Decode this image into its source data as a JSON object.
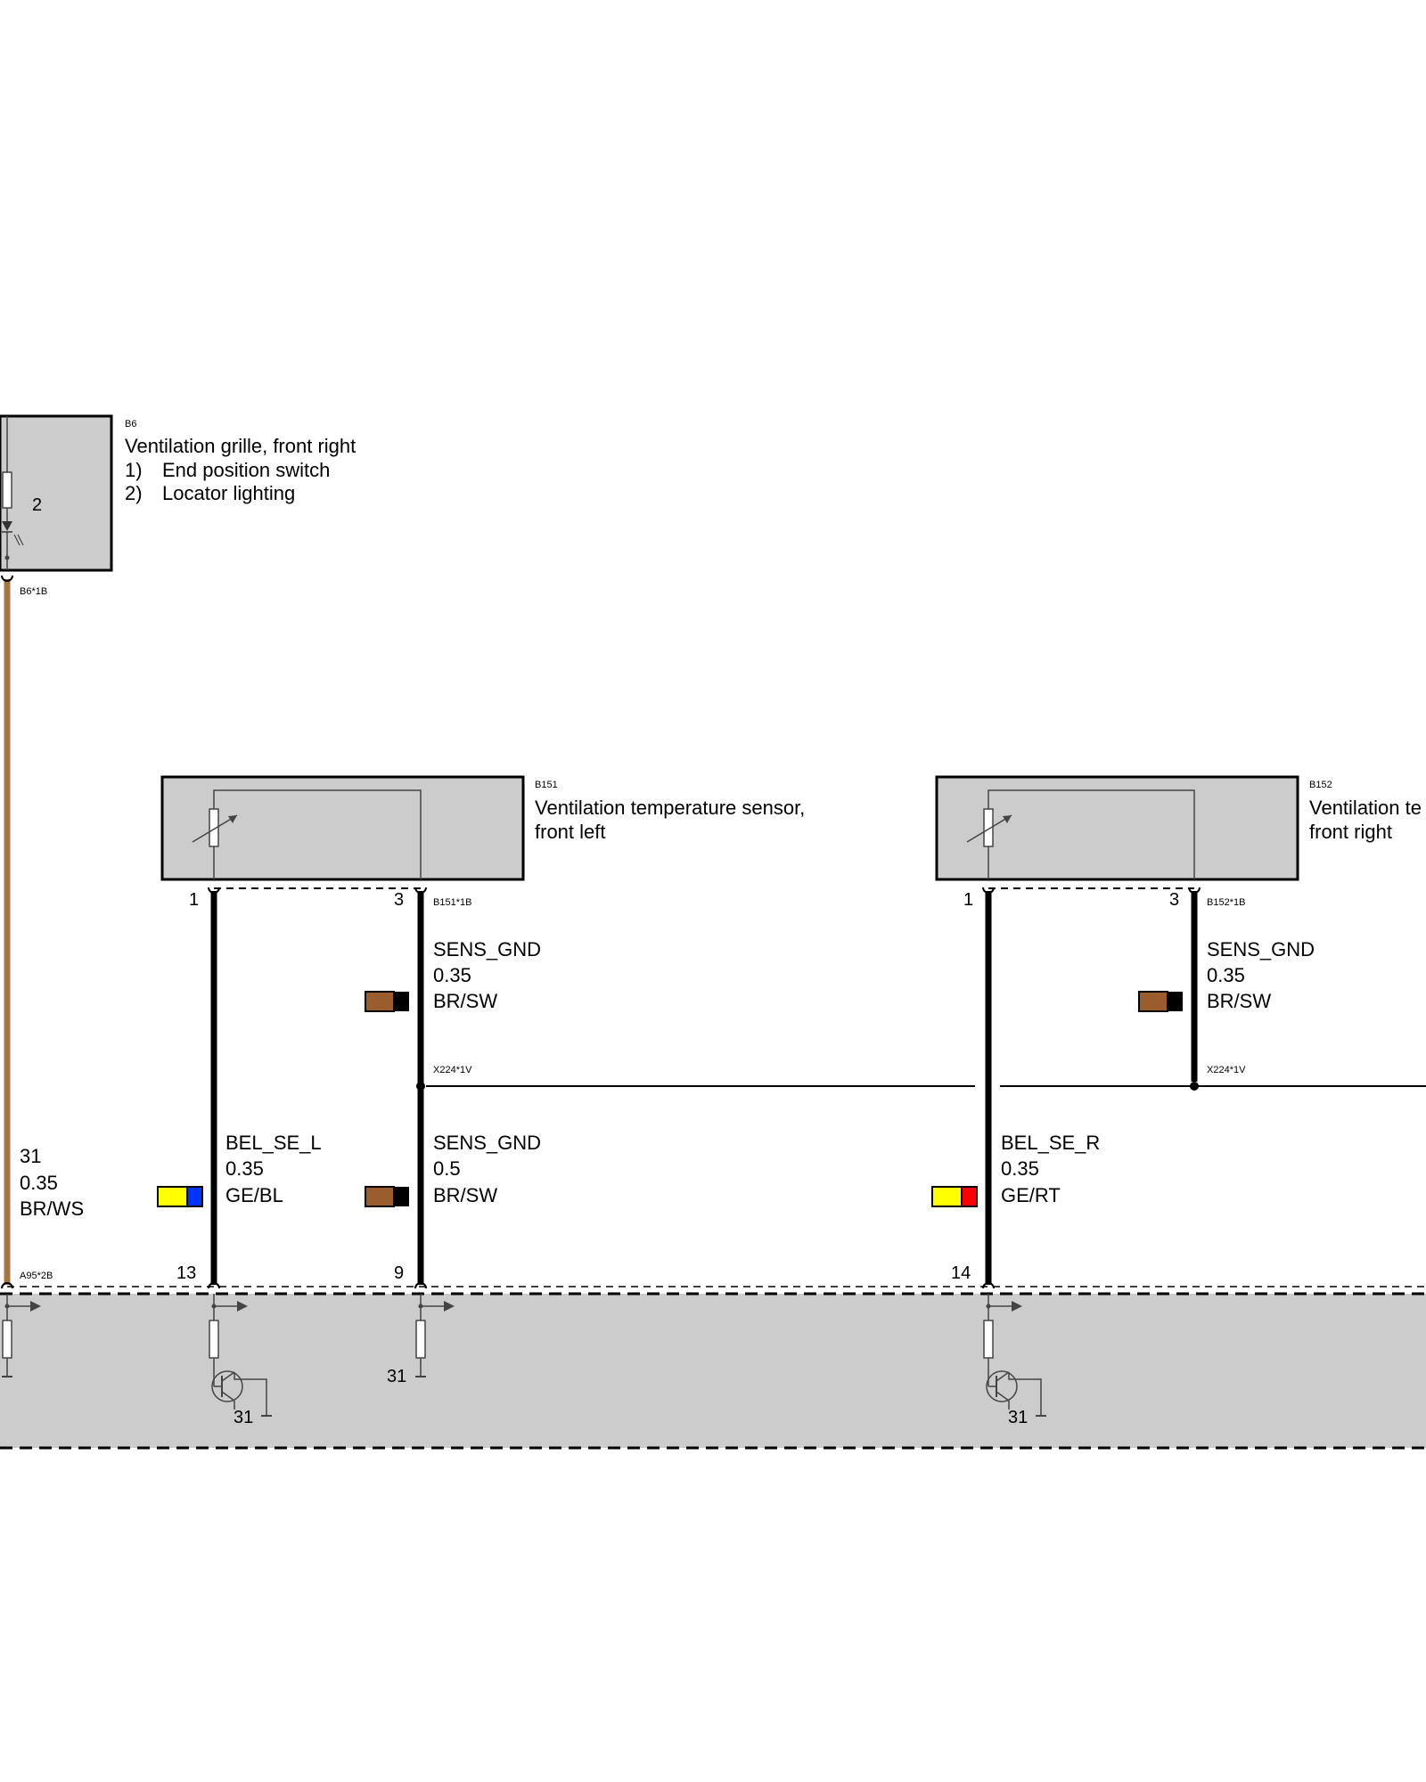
{
  "b6": {
    "id": "B6",
    "title": "Ventilation grille, front right",
    "items": [
      {
        "num": "1)",
        "text": "End position switch"
      },
      {
        "num": "2)",
        "text": "Locator lighting"
      }
    ],
    "inner_label": "2",
    "connector": "B6*1B"
  },
  "b151": {
    "id": "B151",
    "title_line1": "Ventilation temperature sensor,",
    "title_line2": "front left",
    "pin_left": "1",
    "pin_right": "3",
    "connector": "B151*1B"
  },
  "b152": {
    "id": "B152",
    "title_line1": "Ventilation te",
    "title_line2": "front right",
    "pin_left": "1",
    "pin_right": "3",
    "connector": "B152*1B"
  },
  "wires": {
    "w31": {
      "line1": "31",
      "line2": "0.35",
      "line3": "BR/WS",
      "color": "#a57641"
    },
    "sens_gnd_l_upper": {
      "line1": "SENS_GND",
      "line2": "0.35",
      "line3": "BR/SW",
      "colors": [
        "#9b5d2e",
        "#000000"
      ]
    },
    "sens_gnd_l_lower": {
      "line1": "SENS_GND",
      "line2": "0.5",
      "line3": "BR/SW",
      "colors": [
        "#9b5d2e",
        "#000000"
      ]
    },
    "bel_se_l": {
      "line1": "BEL_SE_L",
      "line2": "0.35",
      "line3": "GE/BL",
      "colors": [
        "#ffff00",
        "#0033ff"
      ]
    },
    "sens_gnd_r_upper": {
      "line1": "SENS_GND",
      "line2": "0.35",
      "line3": "BR/SW",
      "colors": [
        "#9b5d2e",
        "#000000"
      ]
    },
    "bel_se_r": {
      "line1": "BEL_SE_R",
      "line2": "0.35",
      "line3": "GE/RT",
      "colors": [
        "#ffff00",
        "#ff0000"
      ]
    }
  },
  "splices": {
    "left": "X224*1V",
    "right": "X224*1V"
  },
  "module": {
    "connector": "A95*2B",
    "pins": [
      "13",
      "9",
      "14"
    ],
    "ground_labels": [
      "31",
      "31",
      "31"
    ]
  }
}
